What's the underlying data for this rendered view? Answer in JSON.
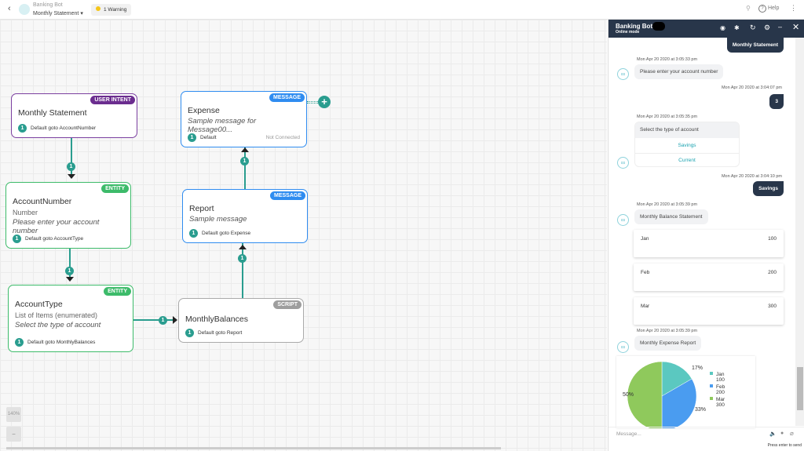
{
  "topbar": {
    "bot_name": "Banking Bot",
    "dialog_name": "Monthly Statement",
    "warning": "1 Warning",
    "help": "Help"
  },
  "canvas": {
    "zoom": "140%",
    "zoom_out": "−",
    "add": "+"
  },
  "nodes": [
    {
      "title": "Monthly Statement",
      "badge": "USER INTENT",
      "num": "1",
      "footer": "Default goto AccountNumber",
      "color": "#7b3fa0"
    },
    {
      "title": "AccountNumber",
      "badge": "ENTITY",
      "sub": "Number",
      "prompt": "Please enter your account number",
      "num": "1",
      "footer": "Default goto AccountType",
      "color": "#3dbb6a"
    },
    {
      "title": "AccountType",
      "badge": "ENTITY",
      "sub": "List of Items (enumerated)",
      "prompt": "Select the type of account",
      "num": "1",
      "footer": "Default goto MonthlyBalances",
      "color": "#3dbb6a"
    },
    {
      "title": "MonthlyBalances",
      "badge": "SCRIPT",
      "num": "1",
      "footer": "Default goto Report",
      "color": "#9e9e9e"
    },
    {
      "title": "Report",
      "badge": "MESSAGE",
      "prompt": "Sample message",
      "num": "1",
      "footer": "Default goto Expense",
      "color": "#2f8cf0"
    },
    {
      "title": "Expense",
      "badge": "MESSAGE",
      "prompt": "Sample message for Message00...",
      "num": "1",
      "footer": "Default",
      "status": "Not Connected",
      "color": "#2f8cf0"
    }
  ],
  "edge_label": "1",
  "chat": {
    "title": "Banking Bot",
    "subtitle": "Online mode",
    "messages": [
      {
        "from": "user",
        "text": "Monthly Statement"
      },
      {
        "from": "bot",
        "time": "Mon Apr 20 2020 at 3:05:33 pm",
        "text": "Please enter your account number"
      },
      {
        "from": "user",
        "time": "Mon Apr 20 2020 at 3:04:07 pm",
        "text": "3"
      },
      {
        "from": "bot",
        "time": "Mon Apr 20 2020 at 3:05:35 pm",
        "text": "Select the type of account",
        "options": [
          "Savings",
          "Current"
        ]
      },
      {
        "from": "user",
        "time": "Mon Apr 20 2020 at 3:04:10 pm",
        "text": "Savings"
      },
      {
        "from": "bot",
        "time": "Mon Apr 20 2020 at 3:05:39 pm",
        "text": "Monthly Balance Statement",
        "rows": [
          {
            "month": "Jan",
            "value": "100"
          },
          {
            "month": "Feb",
            "value": "200"
          },
          {
            "month": "Mar",
            "value": "300"
          }
        ]
      },
      {
        "from": "bot",
        "time": "Mon Apr 20 2020 at 3:05:39 pm",
        "text": "Monthly Expense Report"
      }
    ],
    "input_placeholder": "Message...",
    "hint": "Press enter to send"
  },
  "chart_data": {
    "type": "pie",
    "categories": [
      "Jan",
      "Feb",
      "Mar"
    ],
    "values": [
      100,
      200,
      300
    ],
    "labels": [
      "17%",
      "33%",
      "50%"
    ],
    "colors": [
      "#5bc8c0",
      "#4a9cf0",
      "#8fc95c"
    ],
    "legend": "right"
  }
}
